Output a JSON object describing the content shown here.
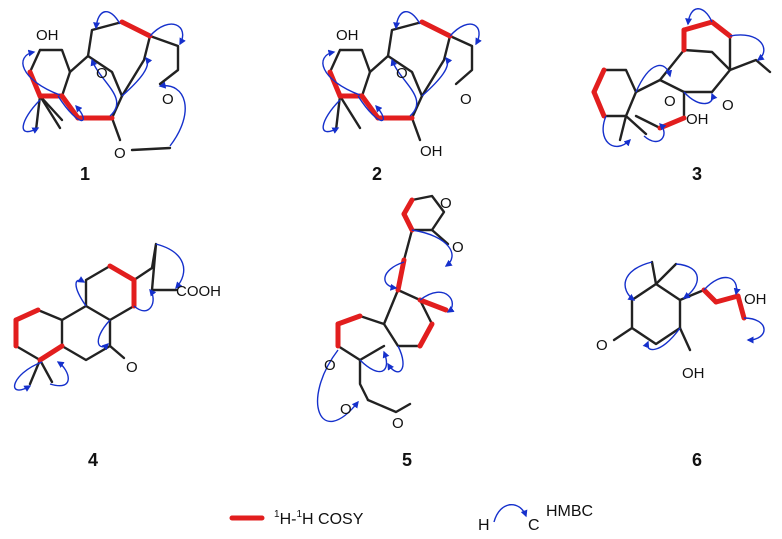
{
  "compounds": [
    "1",
    "2",
    "3",
    "4",
    "5",
    "6"
  ],
  "atoms": {
    "c1_oh": "OH",
    "c1_o_ketone": "O",
    "c1_o_ketone2": "O",
    "c1_o_ether": "O",
    "c2_oh_top": "OH",
    "c2_o_ketone": "O",
    "c2_o_ketone2": "O",
    "c2_oh_bottom": "OH",
    "c3_o_ketone": "O",
    "c3_o_ring": "O",
    "c3_oh": "OH",
    "c4_cooh": "COOH",
    "c4_o_ketone": "O",
    "c5_o_lactone": "O",
    "c5_o_carbonyl": "O",
    "c5_o_epoxide": "O",
    "c5_o_ester1": "O",
    "c5_o_ester2": "O",
    "c6_o_ketone": "O",
    "c6_oh_right": "OH",
    "c6_oh_bottom": "OH"
  },
  "legend": {
    "cosy_sup": "1",
    "cosy_mid": "H-",
    "cosy_sup2": "1",
    "cosy_end": "H COSY",
    "hmbc_h": "H",
    "hmbc_c": "C",
    "hmbc_label": "HMBC"
  }
}
